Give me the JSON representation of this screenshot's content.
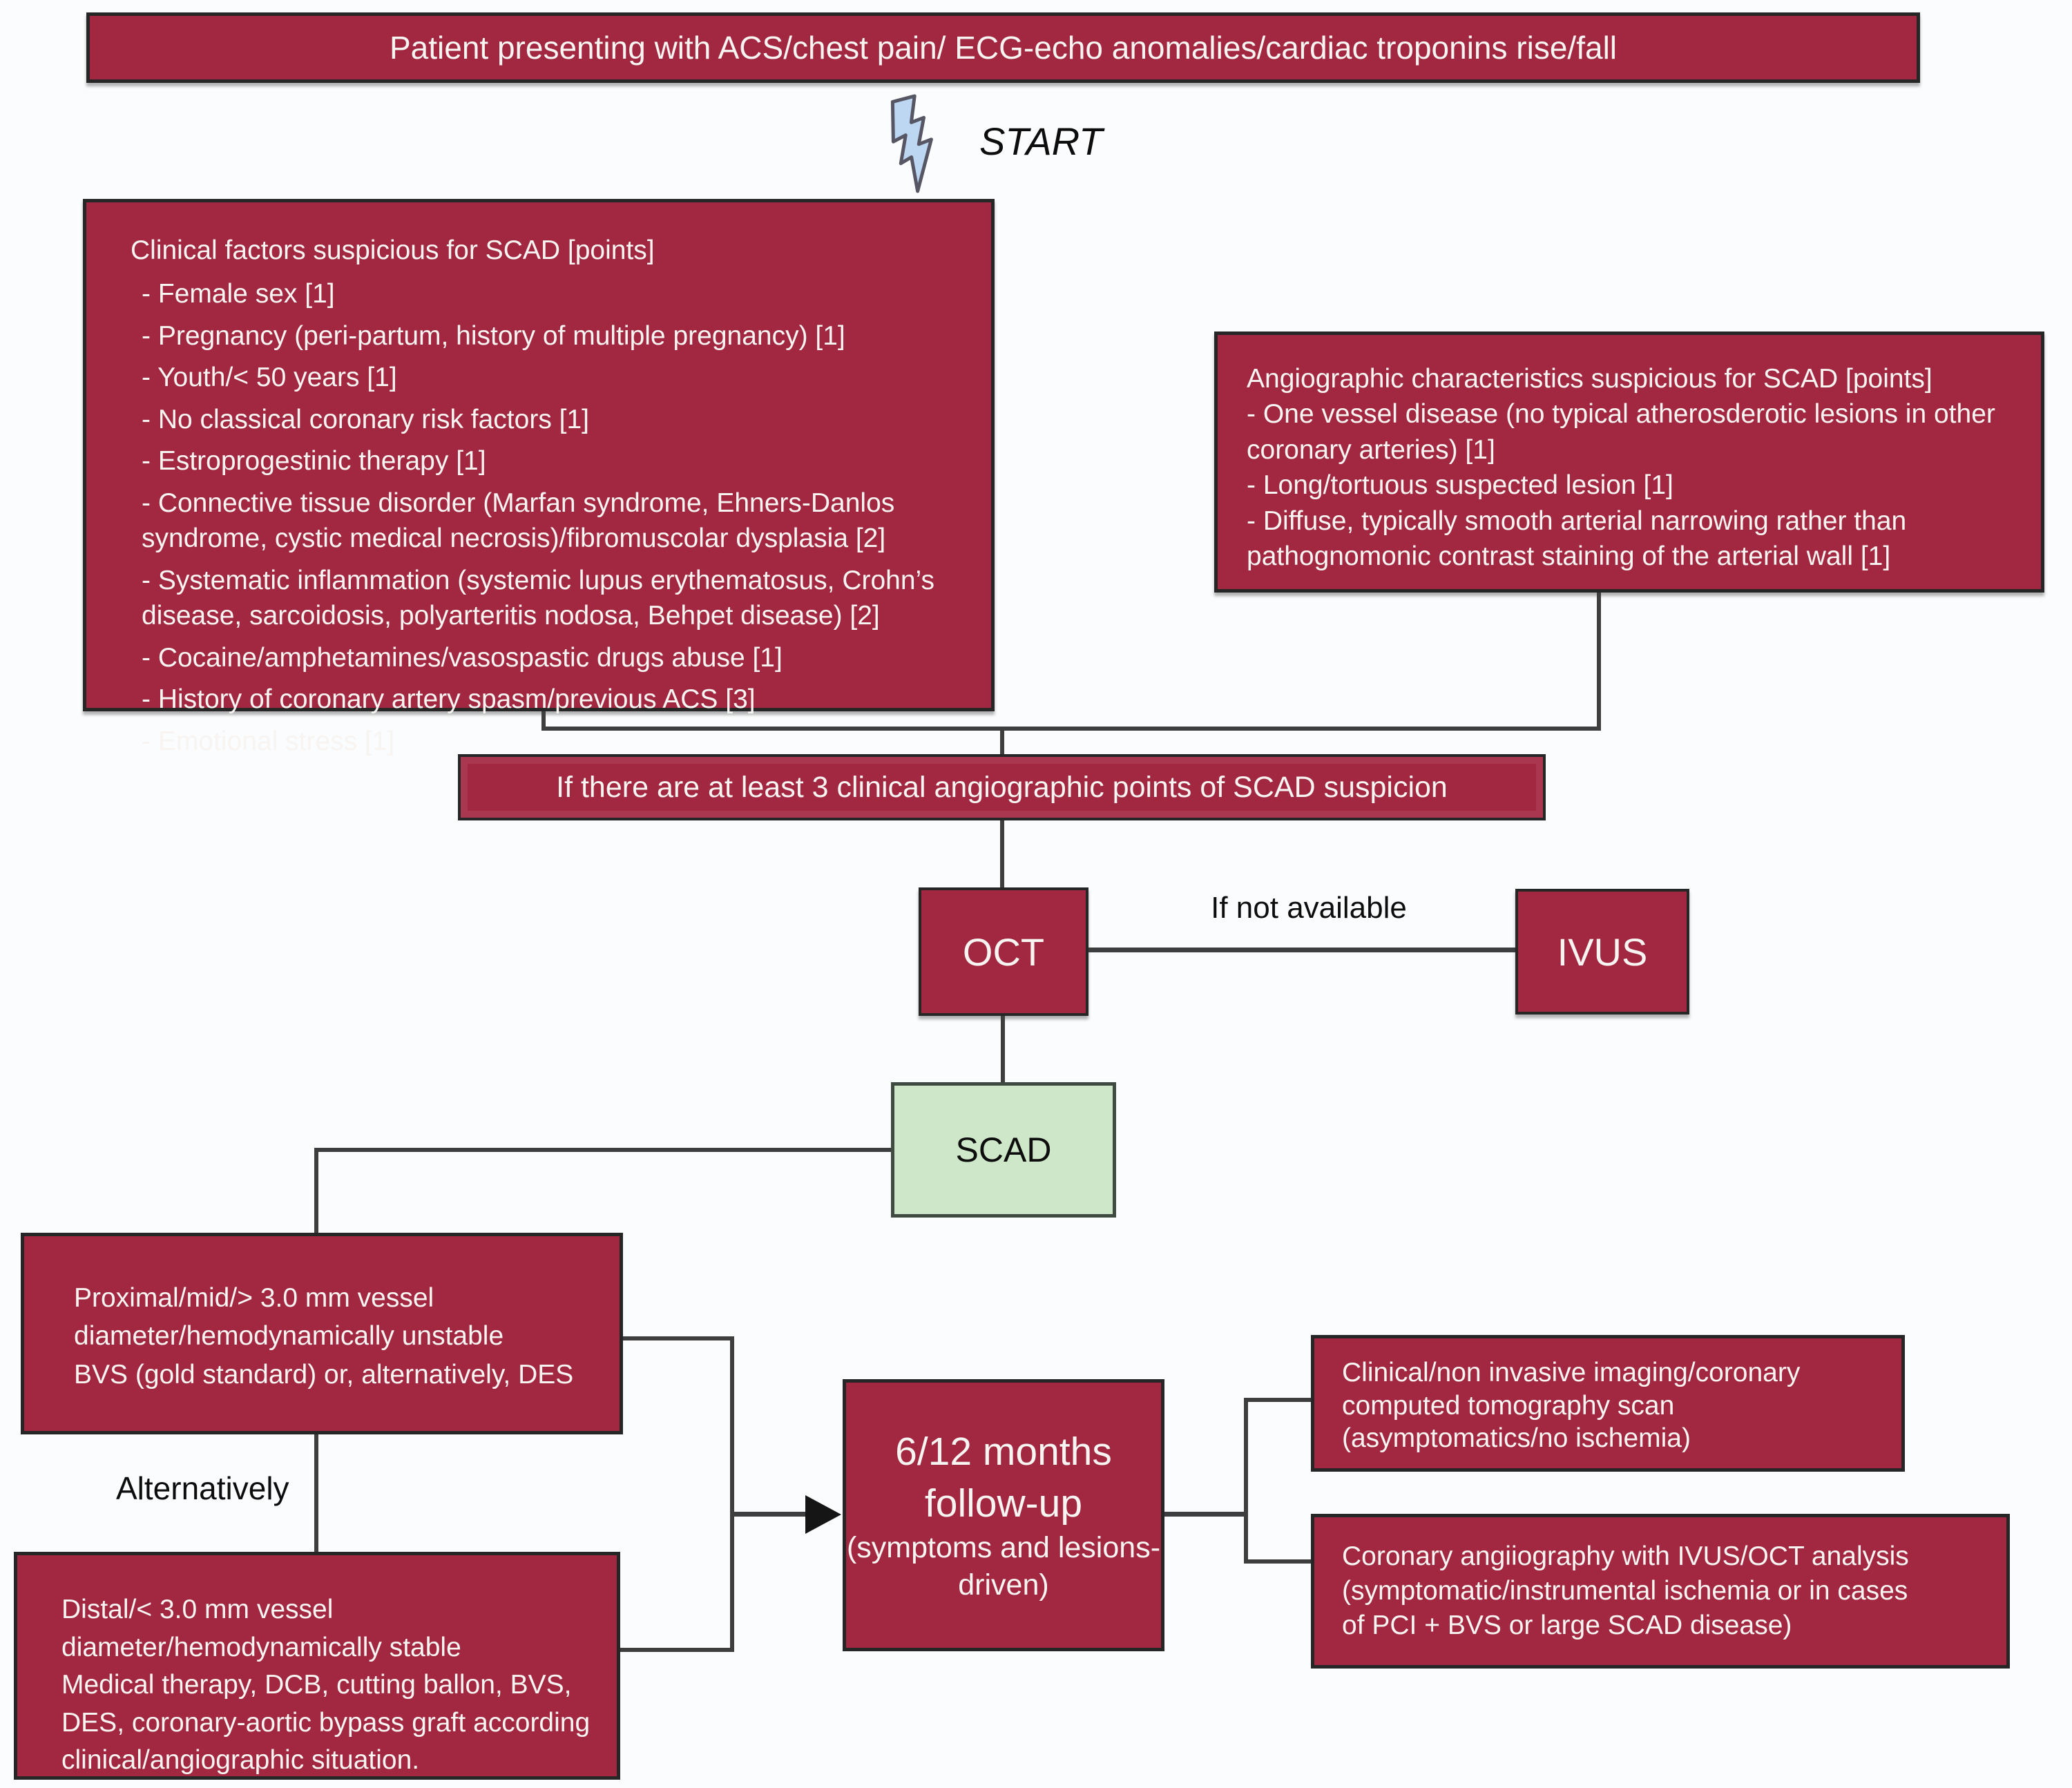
{
  "colors": {
    "box_red": "#a22842",
    "box_border": "#262626",
    "scad_green": "#cde7c8",
    "connector_gray": "#3e3e3e",
    "lightning_blue": "#bdd7f2"
  },
  "top_banner": {
    "text": "Patient presenting with ACS/chest pain/ ECG-echo anomalies/cardiac troponins rise/fall"
  },
  "start": {
    "label": "START",
    "icon": "lightning-bolt"
  },
  "clinical_box": {
    "title": "Clinical factors suspicious for SCAD [points]",
    "items": [
      "- Female sex [1]",
      "- Pregnancy (peri-partum, history of multiple pregnancy) [1]",
      "- Youth/< 50 years [1]",
      "- No classical coronary risk factors [1]",
      "- Estroprogestinic therapy [1]",
      "- Connective tissue disorder (Marfan syndrome, Ehners-Danlos syndrome, cystic medical necrosis)/fibromuscolar dysplasia [2]",
      "- Systematic inflammation (systemic lupus erythematosus, Crohn’s disease, sarcoidosis, polyarteritis nodosa, Behpet disease) [2]",
      "- Cocaine/amphetamines/vasospastic drugs abuse [1]",
      "- History of coronary artery spasm/previous ACS [3]",
      "- Emotional stress [1]"
    ]
  },
  "angiographic_box": {
    "title": "Angiographic characteristics suspicious for SCAD [points]",
    "items": [
      "- One vessel disease (no typical atherosderotic lesions in other coronary arteries) [1]",
      "- Long/tortuous suspected lesion [1]",
      "- Diffuse, typically smooth arterial narrowing rather than pathognomonic contrast staining of the arterial wall [1]"
    ]
  },
  "suspicion_banner": {
    "text": "If there are at least 3 clinical angiographic points of SCAD suspicion"
  },
  "oct_box": {
    "label": "OCT"
  },
  "not_available_label": {
    "text": "If not available"
  },
  "ivus_box": {
    "label": "IVUS"
  },
  "scad_box": {
    "label": "SCAD"
  },
  "proximal_box": {
    "lines": [
      "Proximal/mid/> 3.0 mm vessel",
      "diameter/hemodynamically unstable",
      "BVS (gold standard) or, alternatively, DES"
    ]
  },
  "alternatively_label": {
    "text": "Alternatively"
  },
  "distal_box": {
    "lines": [
      "Distal/< 3.0 mm vessel",
      "diameter/hemodynamically stable",
      "Medical therapy, DCB, cutting ballon, BVS,",
      "DES, coronary-aortic bypass graft according",
      "clinical/angiographic situation."
    ]
  },
  "followup_box": {
    "lines_large": [
      "6/12 months",
      "follow-up"
    ],
    "lines_small": [
      "(symptoms and lesions-",
      "driven)"
    ]
  },
  "right_top_box": {
    "lines": [
      "Clinical/non invasive imaging/coronary",
      "computed tomography scan",
      "(asymptomatics/no ischemia)"
    ]
  },
  "right_bottom_box": {
    "lines": [
      "Coronary angiiography with IVUS/OCT analysis",
      "(symptomatic/instrumental ischemia or in cases",
      "of PCI + BVS or large SCAD disease)"
    ]
  }
}
